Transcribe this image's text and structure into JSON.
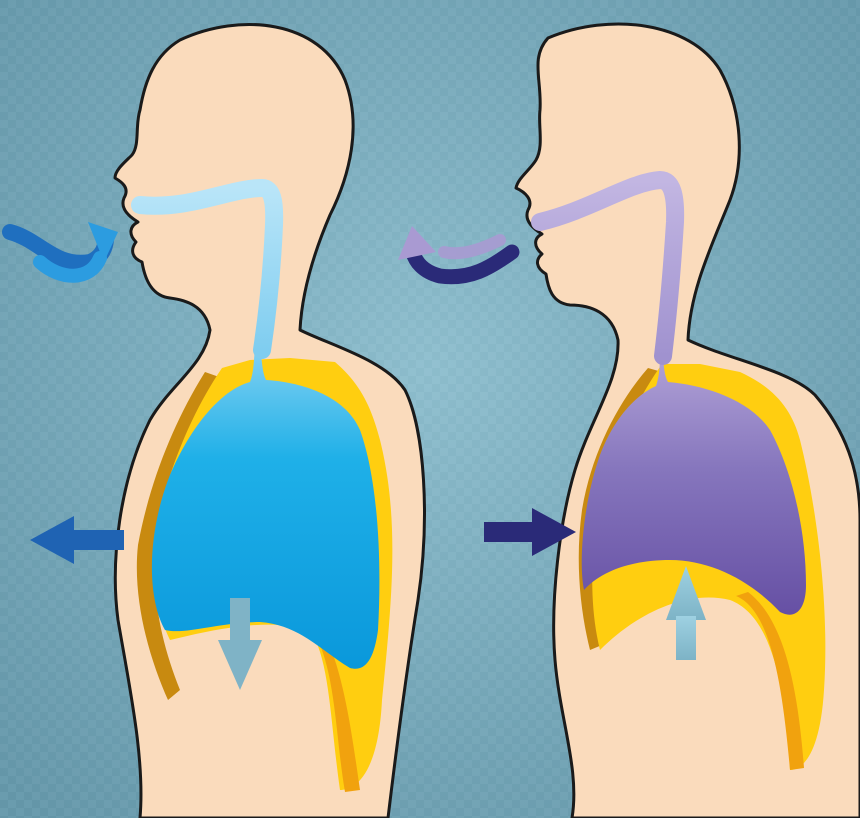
{
  "diagram": {
    "panels": [
      {
        "id": "inhale",
        "lung_color": "#0ea8e6",
        "airway_color": "#a9def6",
        "airflow": "in"
      },
      {
        "id": "exhale",
        "lung_color": "#7b68b5",
        "airway_color": "#b5a6d8",
        "airflow": "out"
      }
    ],
    "colors": {
      "background": "#7fb1c2",
      "skin": "#fadbbc",
      "outline": "#1a1a1a",
      "pleura": "#ffce10",
      "ribcage": "#c88a10",
      "arrow_blue": "#1f6fbf",
      "arrow_navy": "#2a2a78",
      "arrow_diaphragm": "#7fb9cc"
    },
    "icons": [
      "mouth-airflow-arrow-icon",
      "chest-expansion-arrow-icon",
      "diaphragm-down-arrow-icon",
      "chest-compression-arrow-icon",
      "diaphragm-up-arrow-icon"
    ]
  }
}
